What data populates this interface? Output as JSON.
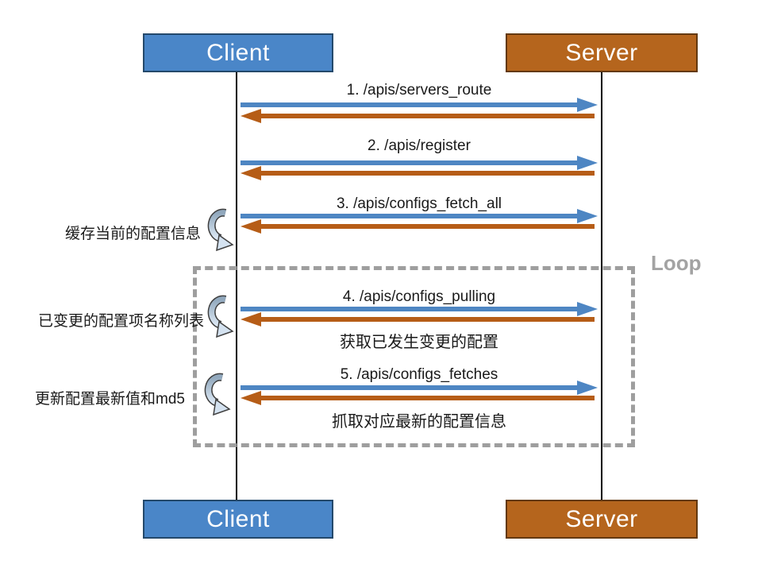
{
  "actors": {
    "client_top": "Client",
    "server_top": "Server",
    "client_bottom": "Client",
    "server_bottom": "Server"
  },
  "loop": {
    "label": "Loop"
  },
  "messages": [
    {
      "label": "1. /apis/servers_route"
    },
    {
      "label": "2. /apis/register"
    },
    {
      "label": "3. /apis/configs_fetch_all"
    },
    {
      "label": "4. /apis/configs_pulling",
      "caption": "获取已发生变更的配置"
    },
    {
      "label": "5. /apis/configs_fetches",
      "caption": "抓取对应最新的配置信息"
    }
  ],
  "annotations": [
    {
      "text": "缓存当前的配置信息"
    },
    {
      "text": "已变更的配置项名称列表"
    },
    {
      "text": "更新配置最新值和md5"
    }
  ],
  "icons": {
    "annotation_marker": "circular-arrow-icon"
  },
  "colors": {
    "client_box_blue": "#4a86c8",
    "server_box_orange": "#b5651d",
    "request_arrow_blue": "#4e86c3",
    "response_arrow_orange": "#b65d17",
    "loop_border_gray": "#9e9e9e",
    "loop_label_gray": "#a3a3a3",
    "lifeline_black": "#000000"
  }
}
